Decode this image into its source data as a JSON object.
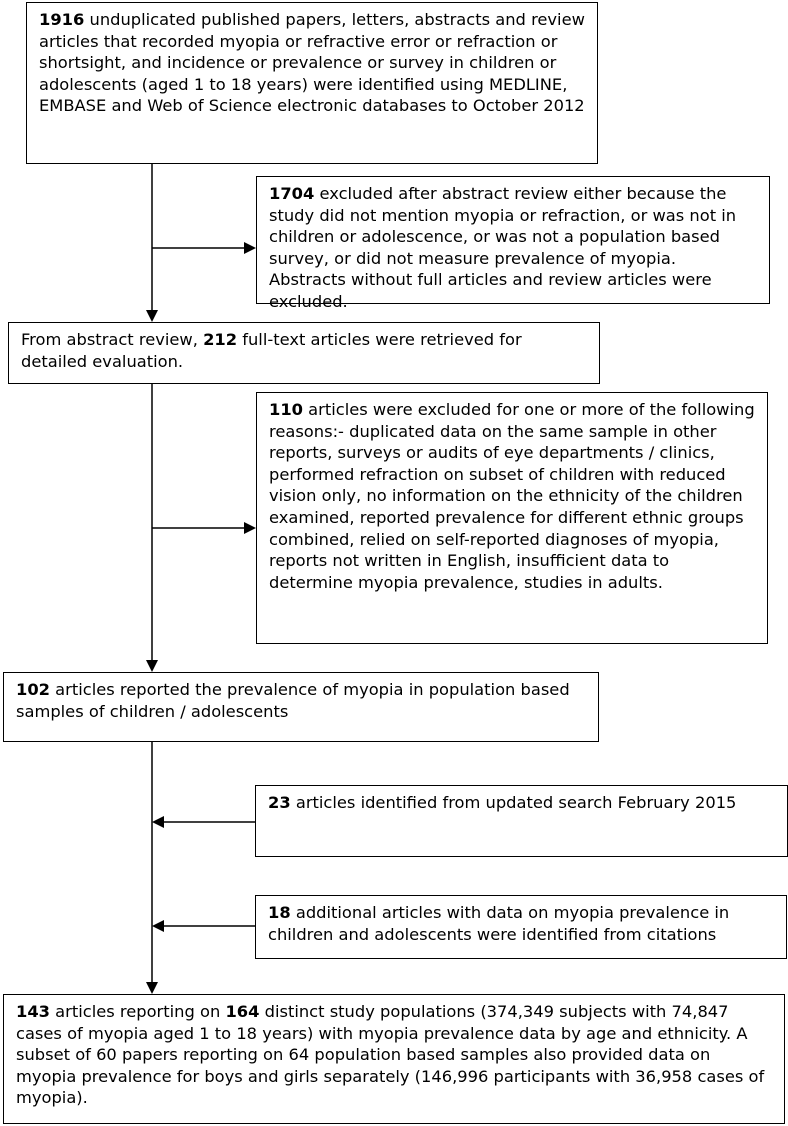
{
  "boxes": [
    {
      "id": "box1",
      "bold": "1916",
      "text": " unduplicated published papers, letters, abstracts and review articles that recorded myopia or refractive error or refraction or shortsight, and incidence or prevalence or survey in children or adolescents (aged 1 to 18 years) were identified using MEDLINE, EMBASE and Web of Science electronic databases to October 2012"
    },
    {
      "id": "box2",
      "bold": "1704",
      "text": " excluded after abstract review either because the study did not mention myopia or refraction, or was not in children or adolescence, or was not a population based survey, or did not measure prevalence of myopia. Abstracts without full articles and review articles were excluded."
    },
    {
      "id": "box3",
      "pre": "From abstract review, ",
      "bold": "212",
      "text": " full-text articles were retrieved for detailed evaluation."
    },
    {
      "id": "box4",
      "bold": "110",
      "text": " articles were excluded for one or more of the following reasons:- duplicated data on the same sample in other reports, surveys or audits of eye departments / clinics, performed refraction on subset of children with reduced vision only, no information on the ethnicity of the children examined, reported prevalence for different ethnic groups combined, relied on self-reported diagnoses of myopia, reports not written in English, insufficient data to determine myopia prevalence, studies in adults."
    },
    {
      "id": "box5",
      "bold": "102",
      "text": " articles reported the prevalence of myopia in population based samples of children / adolescents"
    },
    {
      "id": "box6",
      "bold": "23",
      "text": " articles identified from updated search February 2015"
    },
    {
      "id": "box7",
      "bold": "18",
      "text": " additional articles with data on myopia prevalence in children and adolescents were identified from citations"
    },
    {
      "id": "box8",
      "bold": "143",
      "text": " articles reporting on ",
      "bold2": "164",
      "text2": " distinct study populations (374,349 subjects with 74,847 cases of myopia aged 1 to 18 years) with myopia prevalence data by age and ethnicity. A subset of 60 papers reporting on 64 population based samples also provided data on myopia prevalence for boys and girls separately (146,996 participants with 36,958 cases of myopia)."
    }
  ]
}
